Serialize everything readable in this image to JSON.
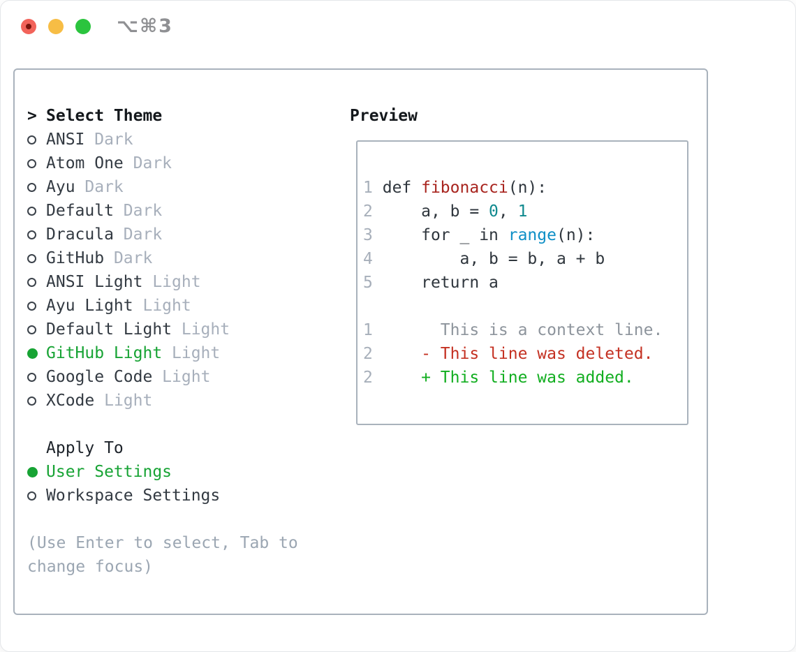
{
  "window": {
    "shortcut_label": "⌥⌘3",
    "traffic_lights": [
      {
        "name": "close",
        "color": "#f2635a",
        "dot": true
      },
      {
        "name": "minimize",
        "color": "#f7bd45",
        "dot": false
      },
      {
        "name": "zoom",
        "color": "#2bc43e",
        "dot": false
      }
    ]
  },
  "theme_list": {
    "cursor": ">",
    "title": "Select Theme",
    "items": [
      {
        "label": "ANSI",
        "tag": "Dark",
        "selected": false
      },
      {
        "label": "Atom One",
        "tag": "Dark",
        "selected": false
      },
      {
        "label": "Ayu",
        "tag": "Dark",
        "selected": false
      },
      {
        "label": "Default",
        "tag": "Dark",
        "selected": false
      },
      {
        "label": "Dracula",
        "tag": "Dark",
        "selected": false
      },
      {
        "label": "GitHub",
        "tag": "Dark",
        "selected": false
      },
      {
        "label": "ANSI Light",
        "tag": "Light",
        "selected": false
      },
      {
        "label": "Ayu Light",
        "tag": "Light",
        "selected": false
      },
      {
        "label": "Default Light",
        "tag": "Light",
        "selected": false
      },
      {
        "label": "GitHub Light",
        "tag": "Light",
        "selected": true
      },
      {
        "label": "Google Code",
        "tag": "Light",
        "selected": false
      },
      {
        "label": "XCode",
        "tag": "Light",
        "selected": false
      }
    ]
  },
  "apply_to": {
    "title": "Apply To",
    "options": [
      {
        "label": "User Settings",
        "selected": true
      },
      {
        "label": "Workspace Settings",
        "selected": false
      }
    ]
  },
  "help_lines": [
    "(Use Enter to select, Tab to",
    "change focus)"
  ],
  "preview": {
    "title": "Preview",
    "code_lines": [
      {
        "num": "1",
        "tokens": [
          {
            "text": "def ",
            "style": "plain"
          },
          {
            "text": "fibonacci",
            "style": "function"
          },
          {
            "text": "(n):",
            "style": "plain"
          }
        ]
      },
      {
        "num": "2",
        "tokens": [
          {
            "text": "    a, b = ",
            "style": "plain"
          },
          {
            "text": "0",
            "style": "number"
          },
          {
            "text": ", ",
            "style": "plain"
          },
          {
            "text": "1",
            "style": "number"
          }
        ]
      },
      {
        "num": "3",
        "tokens": [
          {
            "text": "    for _ in ",
            "style": "plain"
          },
          {
            "text": "range",
            "style": "builtin"
          },
          {
            "text": "(n):",
            "style": "plain"
          }
        ]
      },
      {
        "num": "4",
        "tokens": [
          {
            "text": "        a, b = b, a + b",
            "style": "plain"
          }
        ]
      },
      {
        "num": "5",
        "tokens": [
          {
            "text": "    return a",
            "style": "plain"
          }
        ]
      }
    ],
    "diff_lines": [
      {
        "num": "1",
        "marker": " ",
        "text": "This is a context line.",
        "kind": "context"
      },
      {
        "num": "2",
        "marker": "-",
        "text": "This line was deleted.",
        "kind": "deleted"
      },
      {
        "num": "2",
        "marker": "+",
        "text": "This line was added.",
        "kind": "added"
      }
    ]
  },
  "colors": {
    "selected_green": "#17a334",
    "added_green": "#12ae20",
    "deleted_red": "#c43122",
    "function_red": "#a8241e",
    "number_teal": "#0f898e",
    "builtin_blue": "#0e8fc6",
    "muted_gray": "#a7afbb",
    "text_dark": "#333a42",
    "panel_border": "#a9b2bc",
    "traffic_red": "#f2635a",
    "traffic_yellow": "#f7bd45",
    "traffic_green": "#2bc43e"
  }
}
